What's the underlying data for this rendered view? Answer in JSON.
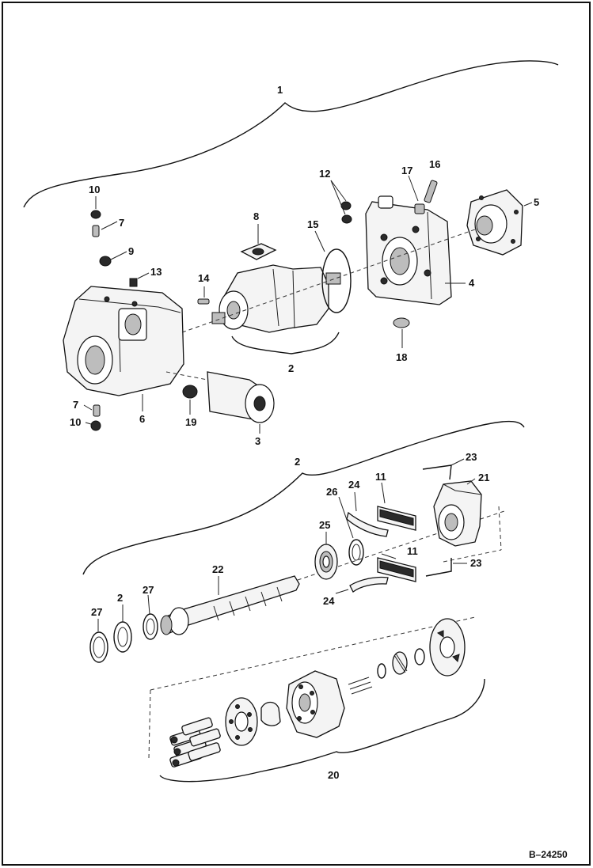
{
  "figure_id": "B–24250",
  "callouts": {
    "c1": "1",
    "c2_upper": "2",
    "c2_lower": "2",
    "c3": "3",
    "c4": "4",
    "c5": "5",
    "c6": "6",
    "c7_top": "7",
    "c7_bottom": "7",
    "c8": "8",
    "c9": "9",
    "c10_top": "10",
    "c10_bottom": "10",
    "c11_top": "11",
    "c11_bottom": "11",
    "c12": "12",
    "c13": "13",
    "c14": "14",
    "c15": "15",
    "c16": "16",
    "c17": "17",
    "c18": "18",
    "c19": "19",
    "c20": "20",
    "c21": "21",
    "c22": "22",
    "c23_top": "23",
    "c23_bottom": "23",
    "c24_top": "24",
    "c24_bottom": "24",
    "c25": "25",
    "c26": "26",
    "c27_left": "27",
    "c27_a": "2",
    "c27_b": "27"
  }
}
